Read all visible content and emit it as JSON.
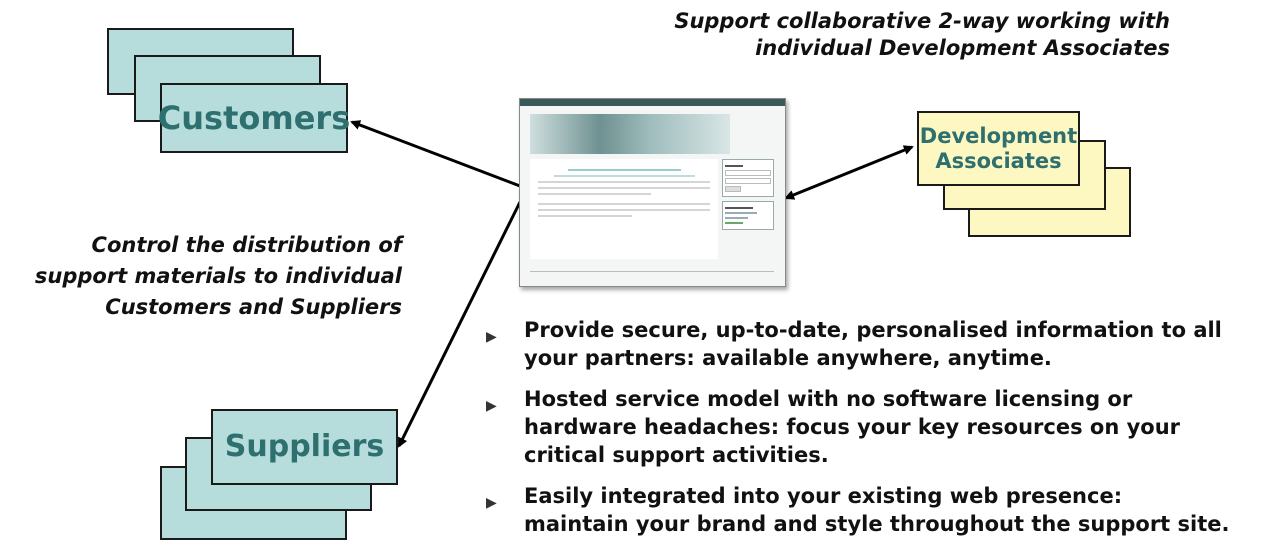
{
  "captions": {
    "top_right_line1": "Support collaborative 2-way working with",
    "top_right_line2": "individual Development Associates",
    "left_line1": "Control the distribution of",
    "left_line2": "support materials to individual",
    "left_line3": "Customers and Suppliers"
  },
  "cards": {
    "customers": "Customers",
    "suppliers": "Suppliers",
    "dev_line1": "Development",
    "dev_line2": "Associates"
  },
  "bullets": [
    {
      "line1": "Provide secure, up-to-date, personalised information to all",
      "line2": "your partners: available anywhere, anytime."
    },
    {
      "line1": "Hosted service model with no software licensing or",
      "line2": "hardware headaches: focus your key resources on your",
      "line3": "critical support activities."
    },
    {
      "line1": "Easily integrated into your existing web presence:",
      "line2": "maintain your brand and style throughout the support site."
    }
  ],
  "colors": {
    "customer_card": "#b7dcdc",
    "associate_card": "#fdf7c2",
    "card_text_teal": "#2e6f6f"
  },
  "icons": {
    "bullet": "right-triangle-arrow"
  }
}
